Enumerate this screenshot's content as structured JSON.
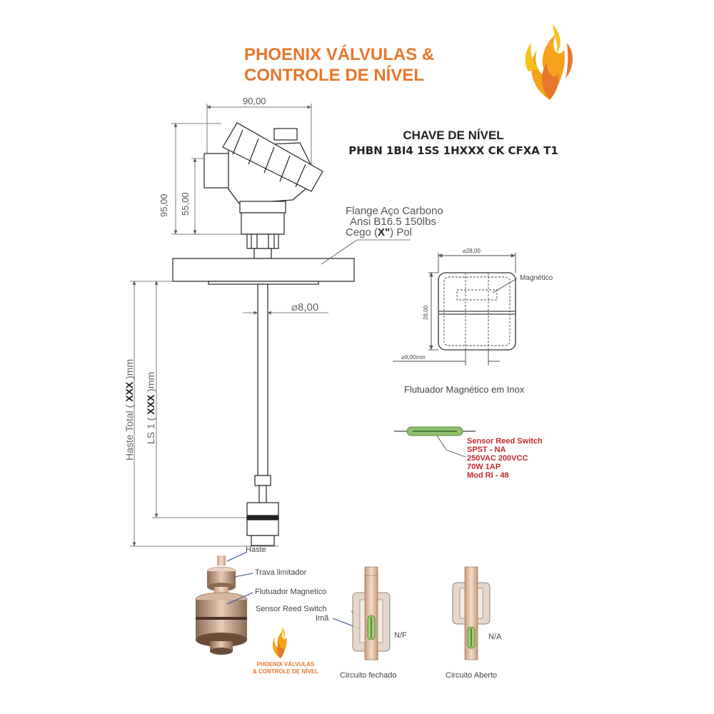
{
  "brand": {
    "line1": "PHOENIX VÁLVULAS &",
    "line2": "CONTROLE DE NÍVEL",
    "color": "#e8762b",
    "logo_icon": "phoenix-flame-icon"
  },
  "product": {
    "name": "CHAVE DE NÍVEL",
    "code": "PHBN 1BI4 1SS 1HXXX CK CFXA T1"
  },
  "dimensions": {
    "head_width": "90,00",
    "head_height": "95,00",
    "head_inner_height": "55,00",
    "rod_diameter": "8,00"
  },
  "flange": {
    "line1": "Flange Aço Carbono",
    "line2": "Ansi B16.5 150lbs",
    "line3_prefix": "Cego (",
    "line3_value": "X\"",
    "line3_suffix": ") Pol"
  },
  "rods": {
    "total_prefix": "Haste Total ( ",
    "total_value": "XXX",
    "total_suffix": " )mm",
    "ls1_prefix": "LS 1 ( ",
    "ls1_value": "XXX",
    "ls1_suffix": " )mm"
  },
  "float_detail": {
    "diameter": "28,00",
    "height": "28,00",
    "bore": "9,00mm",
    "magnet_label": "Magnético",
    "caption": "Flutuador Magnético em Inox"
  },
  "reed_switch": {
    "line1": "Sensor Reed Switch",
    "line2": "SPST  - NA",
    "line3": "250VAC 200VCC",
    "line4": "70W 1AP",
    "line5": "Mod RI - 48"
  },
  "assembly_labels": {
    "haste": "Haste",
    "trava": "Trava limitador",
    "flutuador": "Flutuador Magnetico",
    "sensor": "Sensor Reed Switch",
    "ima": "Imã"
  },
  "circuits": {
    "closed_state": "N/F",
    "closed_caption": "Circuito fechado",
    "open_state": "N/A",
    "open_caption": "Circuito Aberto"
  },
  "small_brand": {
    "line1": "PHOENIX VÁLVULAS",
    "line2": "& CONTROLE DE NÍVEL"
  }
}
